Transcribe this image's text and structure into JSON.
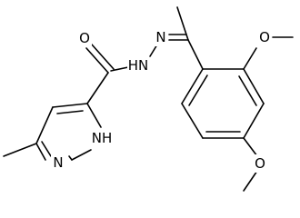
{
  "molecule": {
    "atoms": {
      "carbonyl_oxygen": "O",
      "hydrazide_nh": "HN",
      "imine_n": "N",
      "ring_nh": "NH",
      "ring_n": "N",
      "methoxy_oxygen_ortho": "O",
      "methoxy_oxygen_para": "O"
    }
  }
}
